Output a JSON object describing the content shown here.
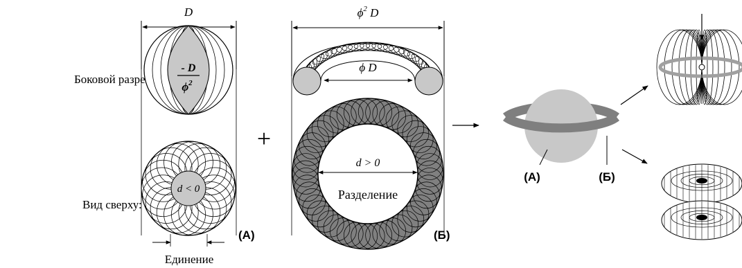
{
  "labels": {
    "side_section": "Боковой разрез:",
    "top_view": "Вид сверху:",
    "dim_D": "D",
    "dim_phi2D_base": "ϕ",
    "dim_phi2D_sup": "2",
    "dim_phi2D_tail": " D",
    "dim_phiD": "ϕ  D",
    "inner_num": "- D",
    "inner_den_base": "ϕ",
    "inner_den_sup": "2",
    "d_neg": "d < 0",
    "d_pos": "d > 0",
    "plus": "+",
    "marker_a": "(А)",
    "marker_b": "(Б)",
    "union": "Единение",
    "separation": "Разделение"
  },
  "colors": {
    "stroke": "#000000",
    "gray_fill": "#c8c8c8",
    "ring_gray": "#808080",
    "planet_gray": "#c8c8c8",
    "light_gray": "#a8a8a8"
  }
}
